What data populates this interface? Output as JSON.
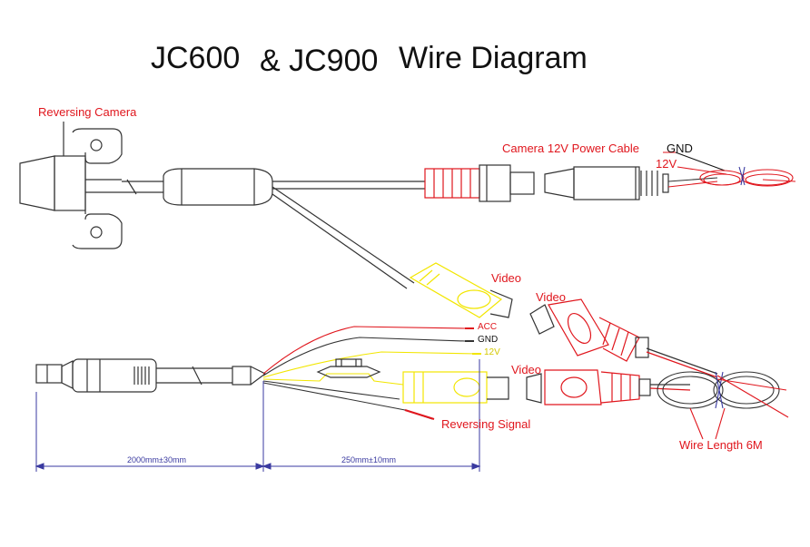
{
  "title": {
    "part1": "JC600",
    "part2": "& JC900",
    "part3": "Wire Diagram"
  },
  "labels": {
    "reversing_camera": "Reversing Camera",
    "camera_power_cable": "Camera 12V Power Cable",
    "gnd_top": "GND",
    "v12_top": "12V",
    "video_upper": "Video",
    "video_plug": "Video",
    "acc": "ACC",
    "gnd_mid": "GND",
    "v12_mid": "12V",
    "video_lower": "Video",
    "reversing_signal": "Reversing  Signal",
    "wire_length": "Wire Length 6M"
  },
  "dimensions": {
    "left": "2000mm±30mm",
    "right": "250mm±10mm"
  },
  "colors": {
    "red": "#e0161d",
    "yellow": "#f2e600",
    "line": "#333333",
    "dimension": "#3a3aa0"
  }
}
